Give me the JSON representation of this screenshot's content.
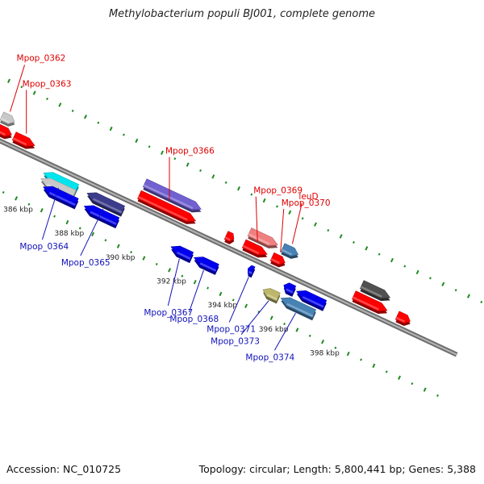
{
  "title": "Methylobacterium populi BJ001, complete genome",
  "footer": {
    "accession": "Accession: NC_010725",
    "summary": "Topology: circular; Length: 5,800,441 bp; Genes: 5,388"
  },
  "colors": {
    "backbone": "#8a8a8a",
    "tick": "#1f8a1f",
    "top_label": "#dd0000",
    "bottom_label": "#1010b8",
    "leader_top": "#dd0000",
    "leader_bottom": "#1010b8",
    "kbp_label": "#222222"
  },
  "genome_view": {
    "range_kbp": [
      384.3,
      400.5
    ],
    "kbp_labels": [
      {
        "kbp": 386,
        "text": "386 kbp"
      },
      {
        "kbp": 388,
        "text": "388 kbp"
      },
      {
        "kbp": 390,
        "text": "390 kbp"
      },
      {
        "kbp": 392,
        "text": "392 kbp"
      },
      {
        "kbp": 394,
        "text": "394 kbp"
      },
      {
        "kbp": 396,
        "text": "396 kbp"
      },
      {
        "kbp": 398,
        "text": "398 kbp"
      }
    ],
    "features": [
      {
        "name": "Mpop_0361",
        "label": "",
        "start_kbp": 384.3,
        "end_kbp": 384.9,
        "strand": "+",
        "lane": 1,
        "color": "#ff0000"
      },
      {
        "name": "Mpop_0362",
        "label": "Mpop_0362",
        "start_kbp": 384.3,
        "end_kbp": 384.8,
        "strand": "+",
        "lane": 2,
        "color": "#c8c8c8"
      },
      {
        "name": "Mpop_0363",
        "label": "Mpop_0363",
        "start_kbp": 385.0,
        "end_kbp": 385.8,
        "strand": "+",
        "lane": 1,
        "color": "#ff0000"
      },
      {
        "name": "Mpop_0364",
        "label": "Mpop_0364",
        "start_kbp": 386.5,
        "end_kbp": 387.8,
        "strand": "-",
        "lane": 1,
        "color": "#00e5ee"
      },
      {
        "name": "Mpop_0364b",
        "label": "",
        "start_kbp": 386.5,
        "end_kbp": 387.8,
        "strand": "-",
        "lane": 1.5,
        "color": "#c8c8c8"
      },
      {
        "name": "Mpop_0364c",
        "label": "",
        "start_kbp": 386.7,
        "end_kbp": 388.0,
        "strand": "-",
        "lane": 2,
        "color": "#0000ee"
      },
      {
        "name": "Mpop_0365",
        "label": "Mpop_0365",
        "start_kbp": 388.2,
        "end_kbp": 389.6,
        "strand": "-",
        "lane": 1,
        "color": "#3c3c8c"
      },
      {
        "name": "Mpop_0365b",
        "label": "",
        "start_kbp": 388.3,
        "end_kbp": 389.6,
        "strand": "-",
        "lane": 2,
        "color": "#0000ee"
      },
      {
        "name": "Mpop_0366",
        "label": "Mpop_0366",
        "start_kbp": 389.9,
        "end_kbp": 392.1,
        "strand": "+",
        "lane": 1,
        "color": "#ff0000"
      },
      {
        "name": "Mpop_0366b",
        "label": "",
        "start_kbp": 389.9,
        "end_kbp": 392.1,
        "strand": "+",
        "lane": 2,
        "color": "#7060d0"
      },
      {
        "name": "Mpop_0367",
        "label": "Mpop_0367",
        "start_kbp": 391.7,
        "end_kbp": 392.5,
        "strand": "-",
        "lane": 2,
        "color": "#0000ee"
      },
      {
        "name": "Mpop_0368",
        "label": "Mpop_0368",
        "start_kbp": 392.6,
        "end_kbp": 393.5,
        "strand": "-",
        "lane": 2,
        "color": "#0000ee"
      },
      {
        "name": "Mpop_0368a",
        "label": "",
        "start_kbp": 393.3,
        "end_kbp": 393.6,
        "strand": "+",
        "lane": 1,
        "color": "#ff0000"
      },
      {
        "name": "Mpop_0369",
        "label": "Mpop_0369",
        "start_kbp": 394.0,
        "end_kbp": 394.9,
        "strand": "+",
        "lane": 1,
        "color": "#ff0000"
      },
      {
        "name": "Mpop_0369b",
        "label": "",
        "start_kbp": 394.0,
        "end_kbp": 395.1,
        "strand": "+",
        "lane": 2,
        "color": "#f08080"
      },
      {
        "name": "Mpop_0370",
        "label": "Mpop_0370",
        "start_kbp": 395.1,
        "end_kbp": 395.6,
        "strand": "+",
        "lane": 1,
        "color": "#ff0000"
      },
      {
        "name": "Mpop_0371",
        "label": "Mpop_0371",
        "start_kbp": 394.5,
        "end_kbp": 394.7,
        "strand": "-",
        "lane": 1,
        "color": "#0000ee"
      },
      {
        "name": "leuD",
        "label": "leuD",
        "start_kbp": 395.3,
        "end_kbp": 395.9,
        "strand": "+",
        "lane": 2,
        "color": "#4682b4"
      },
      {
        "name": "Mpop_0372",
        "label": "",
        "start_kbp": 395.9,
        "end_kbp": 396.3,
        "strand": "-",
        "lane": 1,
        "color": "#0000ee"
      },
      {
        "name": "Mpop_0373",
        "label": "Mpop_0373",
        "start_kbp": 395.3,
        "end_kbp": 395.9,
        "strand": "-",
        "lane": 2,
        "color": "#bdb76b"
      },
      {
        "name": "Mpop_0372b",
        "label": "",
        "start_kbp": 396.4,
        "end_kbp": 397.5,
        "strand": "-",
        "lane": 1,
        "color": "#0000ee"
      },
      {
        "name": "Mpop_0374",
        "label": "Mpop_0374",
        "start_kbp": 396.0,
        "end_kbp": 397.3,
        "strand": "-",
        "lane": 2,
        "color": "#4682b4"
      },
      {
        "name": "Mpop_0375",
        "label": "",
        "start_kbp": 398.3,
        "end_kbp": 399.6,
        "strand": "+",
        "lane": 1,
        "color": "#ff0000"
      },
      {
        "name": "Mpop_0375b",
        "label": "",
        "start_kbp": 398.4,
        "end_kbp": 399.5,
        "strand": "+",
        "lane": 2,
        "color": "#505050"
      },
      {
        "name": "Mpop_0376",
        "label": "",
        "start_kbp": 400.0,
        "end_kbp": 400.5,
        "strand": "+",
        "lane": 1,
        "color": "#ff0000"
      }
    ]
  }
}
